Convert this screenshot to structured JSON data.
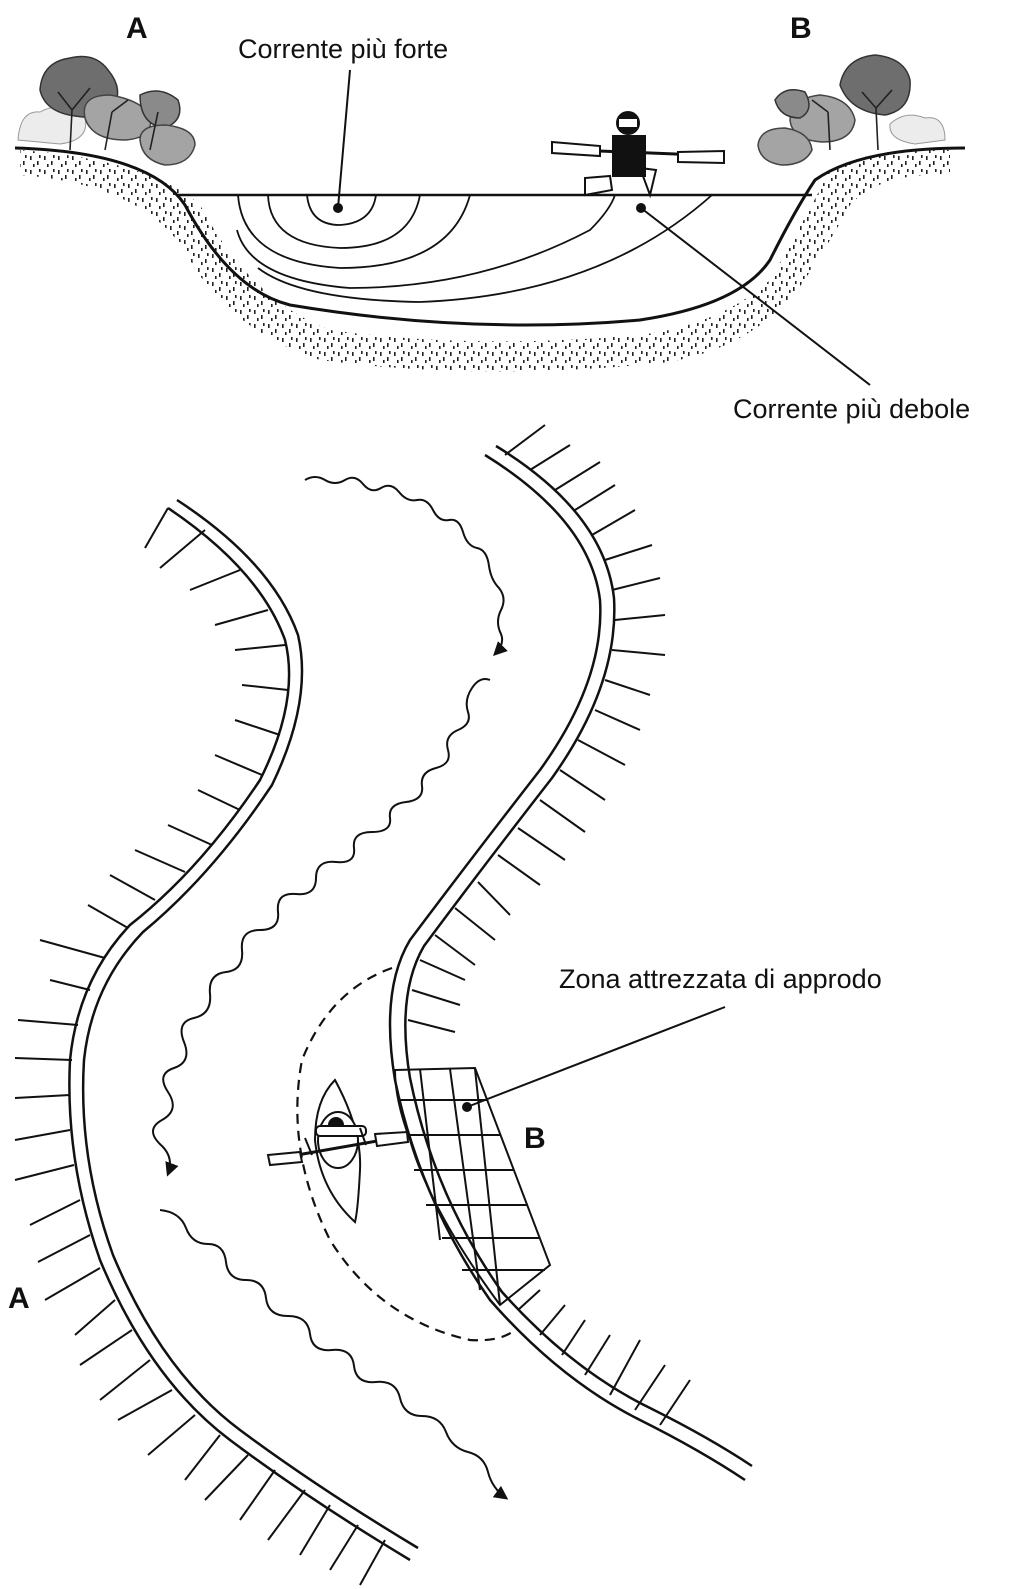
{
  "cross_section": {
    "bank_left": "A",
    "bank_right": "B",
    "strongest_label": "Corrente più forte",
    "weakest_label": "Corrente più debole"
  },
  "plan_view": {
    "bank_left": "A",
    "bank_right": "B",
    "landing_label": "Zona attrezzata di approdo"
  },
  "colors": {
    "ink": "#111111",
    "foliage_dark": "#6e6e6e",
    "foliage_mid": "#a4a4a4",
    "foliage_light": "#cfcfcf"
  },
  "icons": [
    "tree-icon",
    "kayaker-icon",
    "flow-arrow-icon"
  ]
}
